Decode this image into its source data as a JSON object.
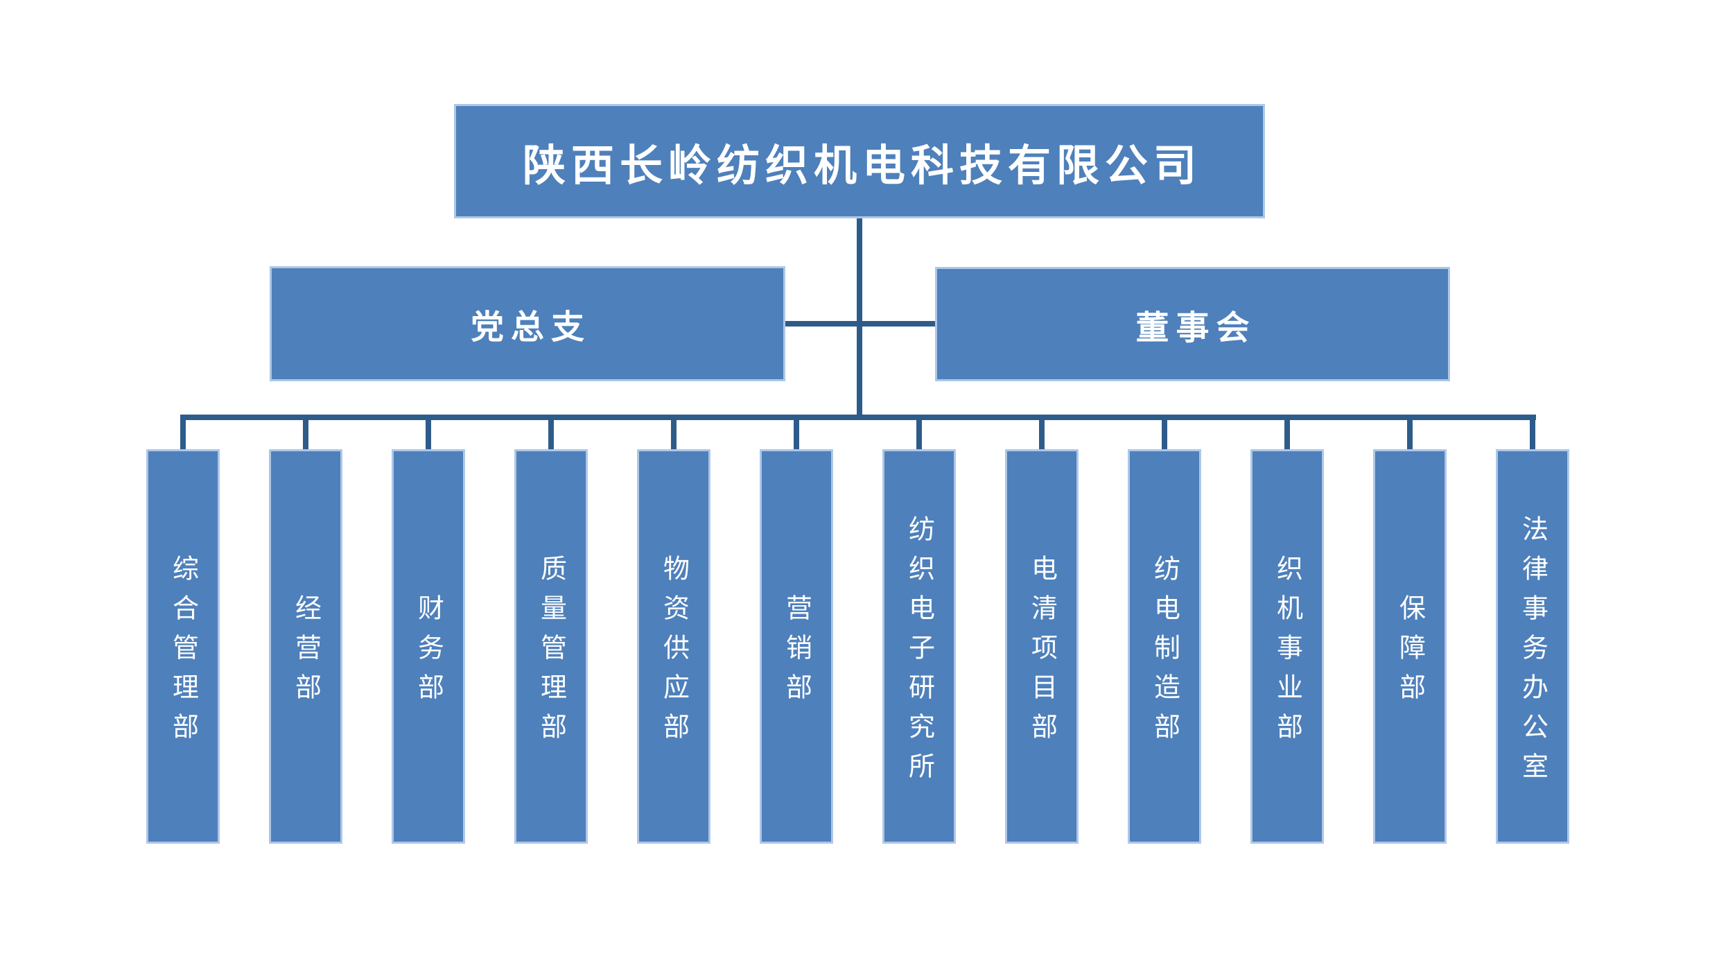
{
  "page": {
    "background": "#FFFFFF"
  },
  "colors": {
    "box_fill": "#4E80BB",
    "box_border": "#AEC7E8",
    "connector": "#2E5C8A",
    "box_text": "#FFFFFF"
  },
  "org_chart": {
    "root": {
      "label": "陕西长岭纺织机电科技有限公司"
    },
    "level2": [
      {
        "id": "party-general-branch",
        "label": "党总支"
      },
      {
        "id": "board-of-directors",
        "label": "董事会"
      }
    ],
    "departments": [
      {
        "id": "general-management-dept",
        "label": "综合管理部"
      },
      {
        "id": "operations-dept",
        "label": "经营部"
      },
      {
        "id": "finance-dept",
        "label": "财务部"
      },
      {
        "id": "quality-management-dept",
        "label": "质量管理部"
      },
      {
        "id": "material-supply-dept",
        "label": "物资供应部"
      },
      {
        "id": "marketing-dept",
        "label": "营销部"
      },
      {
        "id": "textile-electronics-research-institute",
        "label": "纺织电子研究所"
      },
      {
        "id": "yarn-clearer-project-dept",
        "label": "电清项目部"
      },
      {
        "id": "textile-electric-manufacturing-dept",
        "label": "纺电制造部"
      },
      {
        "id": "loom-business-dept",
        "label": "织机事业部"
      },
      {
        "id": "support-dept",
        "label": "保障部"
      },
      {
        "id": "legal-affairs-office",
        "label": "法律事务办公室"
      }
    ]
  }
}
